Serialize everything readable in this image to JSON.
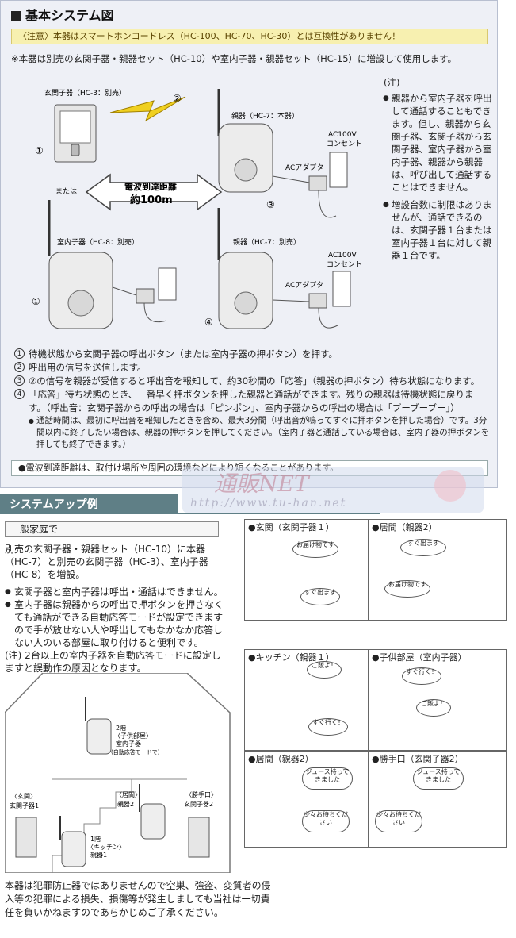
{
  "section1": {
    "title": "基本システム図",
    "notice": "〈注意〉本器はスマートホンコードレス（HC-100、HC-70、HC-30）とは互換性がありません！",
    "intro": "※本器は別売の玄関子器・親器セット（HC-10）や室内子器・親器セット（HC-15）に増設して使用します。",
    "diagram": {
      "genkan_label": "玄関子器（HC-3：別売）",
      "oyaki1_label": "親器（HC-7：本器）",
      "oyaki2_label": "親器（HC-7：別売）",
      "shitsunai_label": "室内子器（HC-8：別売）",
      "or_label": "または",
      "range_line1": "電波到達距離",
      "range_line2": "約100m",
      "ac1": "AC100V",
      "outlet1": "コンセント",
      "adapter1": "ACアダプタ",
      "ac2": "AC100V",
      "outlet2": "コンセント",
      "adapter2": "ACアダプタ",
      "n1": "①",
      "n2": "②",
      "n3": "③",
      "n4": "④",
      "n1b": "①"
    },
    "notes_label": "(注)",
    "notes": [
      "親器から室内子器を呼出して通話することもできます。但し、親器から玄関子器、玄関子器から玄関子器、室内子器から室内子器、親器から親器は、呼び出して通話することはできません。",
      "増設台数に制限はありませんが、通話できるのは、玄関子器１台または室内子器１台に対して親器１台です。"
    ],
    "steps": [
      {
        "num": "1",
        "text": "待機状態から玄関子器の呼出ボタン（または室内子器の押ボタン）を押す。"
      },
      {
        "num": "2",
        "text": "呼出用の信号を送信します。"
      },
      {
        "num": "3",
        "text": "②の信号を親器が受信すると呼出音を報知して、約30秒間の「応答」（親器の押ボタン）待ち状態になります。"
      },
      {
        "num": "4",
        "text": "「応答」待ち状態のとき、一番早く押ボタンを押した親器と通話ができます。残りの親器は待機状態に戻ります。（呼出音：玄関子器からの呼出の場合は「ピンポン」、室内子器からの呼出の場合は「ブーブーブー」）"
      }
    ],
    "subnote": "通話時間は、最初に呼出音を報知したときを含め、最大3分間（呼出音が鳴ってすぐに押ボタンを押した場合）です。3分間以内に終了したい場合は、親器の押ボタンを押してください。（室内子器と通話している場合は、室内子器の押ボタンを押しても終了できます。）",
    "range_note": "●電波到達距離は、取付け場所や周囲の環境などにより短くなることがあります。"
  },
  "watermark": {
    "text": "通販NET",
    "url": "http://www.tu-han.net"
  },
  "section2": {
    "title": "システムアップ例",
    "home_label": "一般家庭で",
    "home_desc": "別売の玄関子器・親器セット（HC-10）に本器（HC-7）と別売の玄関子器（HC-3）、室内子器（HC-8）を増設。",
    "bullets": [
      "玄関子器と室内子器は呼出・通話はできません。",
      "室内子器は親器からの呼出で押ボタンを押さなくても通話ができる自動応答モードが設定できますので手が放せない人や呼出してもなかなか応答しない人のいる部屋に取り付けると便利です。"
    ],
    "note": "(注) 2台以上の室内子器を自動応答モードに設定しますと誤動作の原因となります。",
    "house": {
      "floor2": "2階",
      "room2": "〈子供部屋〉",
      "dev2": "室内子器",
      "mode2": "(自動応答モードで)",
      "genkan": "〈玄関〉",
      "genkan_dev": "玄関子器1",
      "ima": "〈居間〉",
      "ima_dev": "親器2",
      "katte": "〈勝手口〉",
      "katte_dev": "玄関子器2",
      "floor1": "1階",
      "kitchen": "〈キッチン〉",
      "kitchen_dev": "親器1"
    },
    "panels": [
      {
        "title": "●玄関（玄関子器１）",
        "b1": "お届け物です",
        "b2": "すぐ出ます"
      },
      {
        "title": "●居間（親器2）",
        "b1": "すぐ出ます",
        "b2": "お届け物です"
      },
      {
        "title": "●キッチン（親器１）",
        "b1": "ご飯よ！",
        "b2": "すぐ行く！"
      },
      {
        "title": "●子供部屋（室内子器）",
        "b1": "すぐ行く！",
        "b2": "ご飯よ！"
      },
      {
        "title": "●居間（親器2）",
        "b1": "ジュース持ってきました",
        "b2": "少々お待ちください"
      },
      {
        "title": "●勝手口（玄関子器2）",
        "b1": "ジュース持ってきました",
        "b2": "少々お待ちください"
      }
    ],
    "disclaimer": "本器は犯罪防止器ではありませんので空巣、強盗、変質者の侵入等の犯罪による損失、損傷等が発生しましても当社は一切責任を負いかねますのであらかじめご了承ください。"
  }
}
